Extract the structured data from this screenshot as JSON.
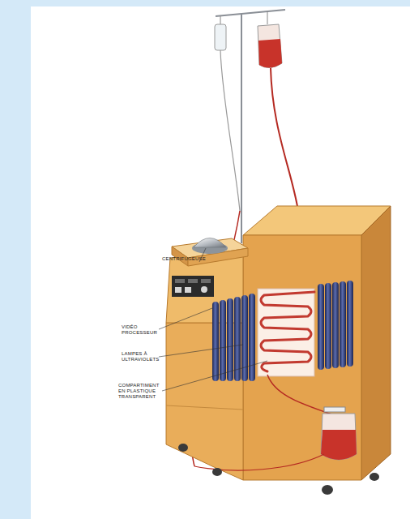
{
  "diagram": {
    "labels": [
      "CENTRIFUGEUSE",
      "VIDÉO PROCESSEUR",
      "LAMPES À ULTRAVIOLETS",
      "COMPARTIMENT EN PLASTIQUE TRANSPARENT"
    ]
  }
}
